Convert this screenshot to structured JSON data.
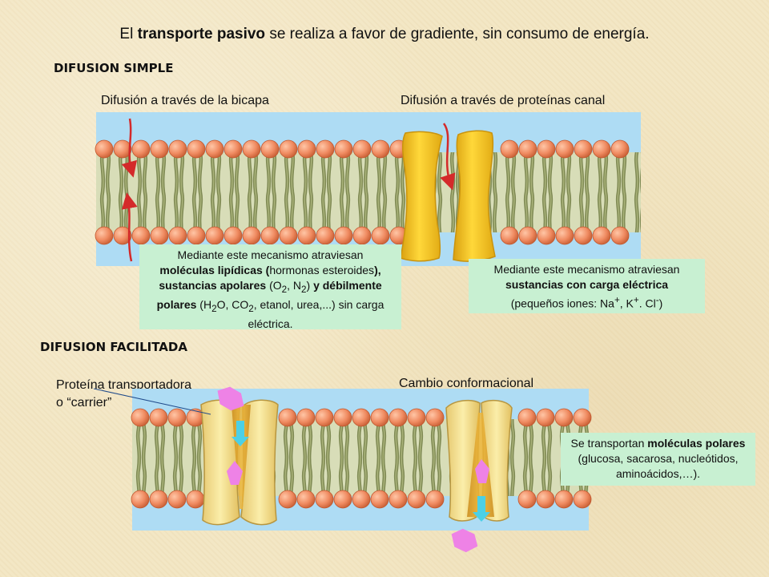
{
  "title": {
    "pre": "El ",
    "bold": "transporte pasivo",
    "post": " se realiza a favor de gradiente, sin consumo de energía."
  },
  "simple": {
    "heading": "DIFUSION SIMPLE",
    "label_bilayer": "Difusión a través de la bicapa",
    "label_channel": "Difusión a través de proteínas canal",
    "note_left": {
      "t1": "Mediante este mecanismo atraviesan",
      "b1": "moléculas lipídicas (",
      "t2": "hormonas esteroides",
      "b2": "), sustancias apolares",
      "t3": " (O",
      "s1": "2",
      "t4": ", N",
      "s2": "2",
      "t5": ") ",
      "b3": "y débilmente polares",
      "t6": " (H",
      "s3": "2",
      "t7": "O, CO",
      "s4": "2",
      "t8": ", etanol, urea,...) sin carga eléctrica."
    },
    "note_right": {
      "t1": "Mediante este mecanismo atraviesan",
      "b1": "sustancias con carga eléctrica",
      "t2": "(pequeños iones: Na",
      "p1": "+",
      "t3": ", K",
      "p2": "+",
      "t4": ". Cl",
      "p3": "-",
      "t5": ")"
    }
  },
  "facilitated": {
    "heading": "DIFUSION FACILITADA",
    "label_carrier_1": "Proteína transportadora",
    "label_carrier_2": "o “carrier”",
    "label_change": "Cambio conformacional",
    "note": {
      "t1": "Se transportan ",
      "b1": "moléculas polares",
      "t2": " (glucosa, sacarosa, nucleótidos, aminoácidos,…)."
    }
  },
  "colors": {
    "water": "#aedcf4",
    "head": "#ef8a60",
    "tail": "#8f9a62",
    "channel": "#f6cc2a",
    "carrier": "#f6e49a",
    "molecule": "#ee82e6",
    "arrow_red": "#d42a2a",
    "arrow_cyan": "#4cd0e6",
    "note_bg": "#c8f0d2"
  }
}
